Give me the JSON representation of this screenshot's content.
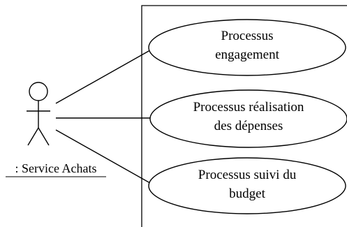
{
  "actor": {
    "label": ": Service Achats"
  },
  "use_cases": [
    {
      "line1": "Processus",
      "line2": "engagement"
    },
    {
      "line1": "Processus réalisation",
      "line2": "des dépenses"
    },
    {
      "line1": "Processus suivi du",
      "line2": "budget"
    }
  ],
  "colors": {
    "stroke": "#000000",
    "background": "#ffffff"
  }
}
